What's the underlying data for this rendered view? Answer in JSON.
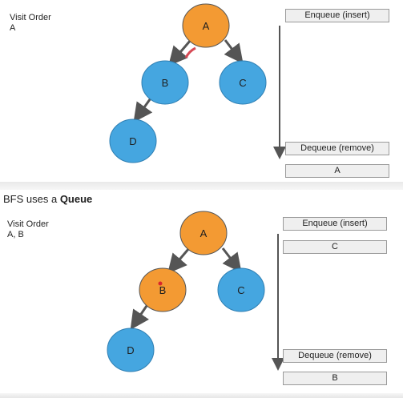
{
  "steps": [
    {
      "visit_order_title": "Visit Order",
      "visit_order_value": "A",
      "queue": {
        "enqueue_label": "Enqueue (insert)",
        "dequeue_label": "Dequeue (remove)",
        "contents": [],
        "dequeued": "A"
      },
      "nodes": [
        {
          "id": "A",
          "label": "A",
          "state": "visited"
        },
        {
          "id": "B",
          "label": "B",
          "state": "unvisited"
        },
        {
          "id": "C",
          "label": "C",
          "state": "unvisited"
        },
        {
          "id": "D",
          "label": "D",
          "state": "unvisited"
        }
      ]
    },
    {
      "heading_prefix": "BFS uses a ",
      "heading_emphasis": "Queue",
      "visit_order_title": "Visit Order",
      "visit_order_value": "A, B",
      "queue": {
        "enqueue_label": "Enqueue (insert)",
        "dequeue_label": "Dequeue (remove)",
        "contents": [
          "C"
        ],
        "dequeued": "B"
      },
      "nodes": [
        {
          "id": "A",
          "label": "A",
          "state": "visited"
        },
        {
          "id": "B",
          "label": "B",
          "state": "visited"
        },
        {
          "id": "C",
          "label": "C",
          "state": "unvisited"
        },
        {
          "id": "D",
          "label": "D",
          "state": "unvisited"
        }
      ]
    }
  ],
  "edges": [
    {
      "from": "A",
      "to": "B"
    },
    {
      "from": "A",
      "to": "C"
    },
    {
      "from": "B",
      "to": "D"
    }
  ],
  "colors": {
    "visited": "#f39a33",
    "unvisited": "#45a6e0",
    "node_stroke": "#2f7fb3",
    "arrow": "#555555",
    "queue_fill": "#efefef",
    "queue_stroke": "#9a9a9a"
  }
}
